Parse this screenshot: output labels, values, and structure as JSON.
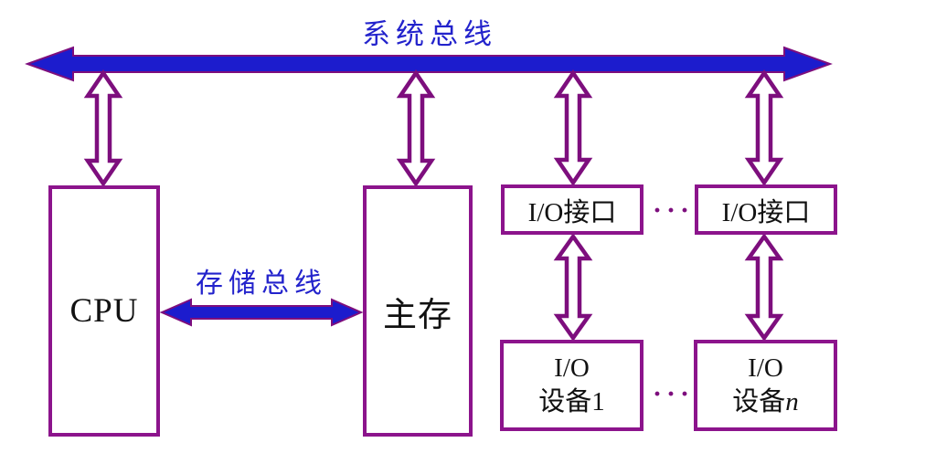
{
  "diagram": {
    "title": "系统总线",
    "memory_bus_label": "存储总线",
    "ellipsis": "···",
    "colors": {
      "bus_blue": "#1c1ccd",
      "label_blue": "#2323cc",
      "arrow_purple": "#7d0e7d",
      "box_border_purple": "#8c148c",
      "text_black": "#111111"
    },
    "nodes": {
      "cpu": {
        "label": "CPU"
      },
      "main_memory": {
        "label": "主存"
      },
      "io_interface_1": {
        "label": "I/O接口"
      },
      "io_interface_2": {
        "label": "I/O接口"
      },
      "io_device_1": {
        "line1": "I/O",
        "line2": "设备1"
      },
      "io_device_n": {
        "line1": "I/O",
        "line2_prefix": "设备",
        "line2_var": "n"
      }
    }
  }
}
